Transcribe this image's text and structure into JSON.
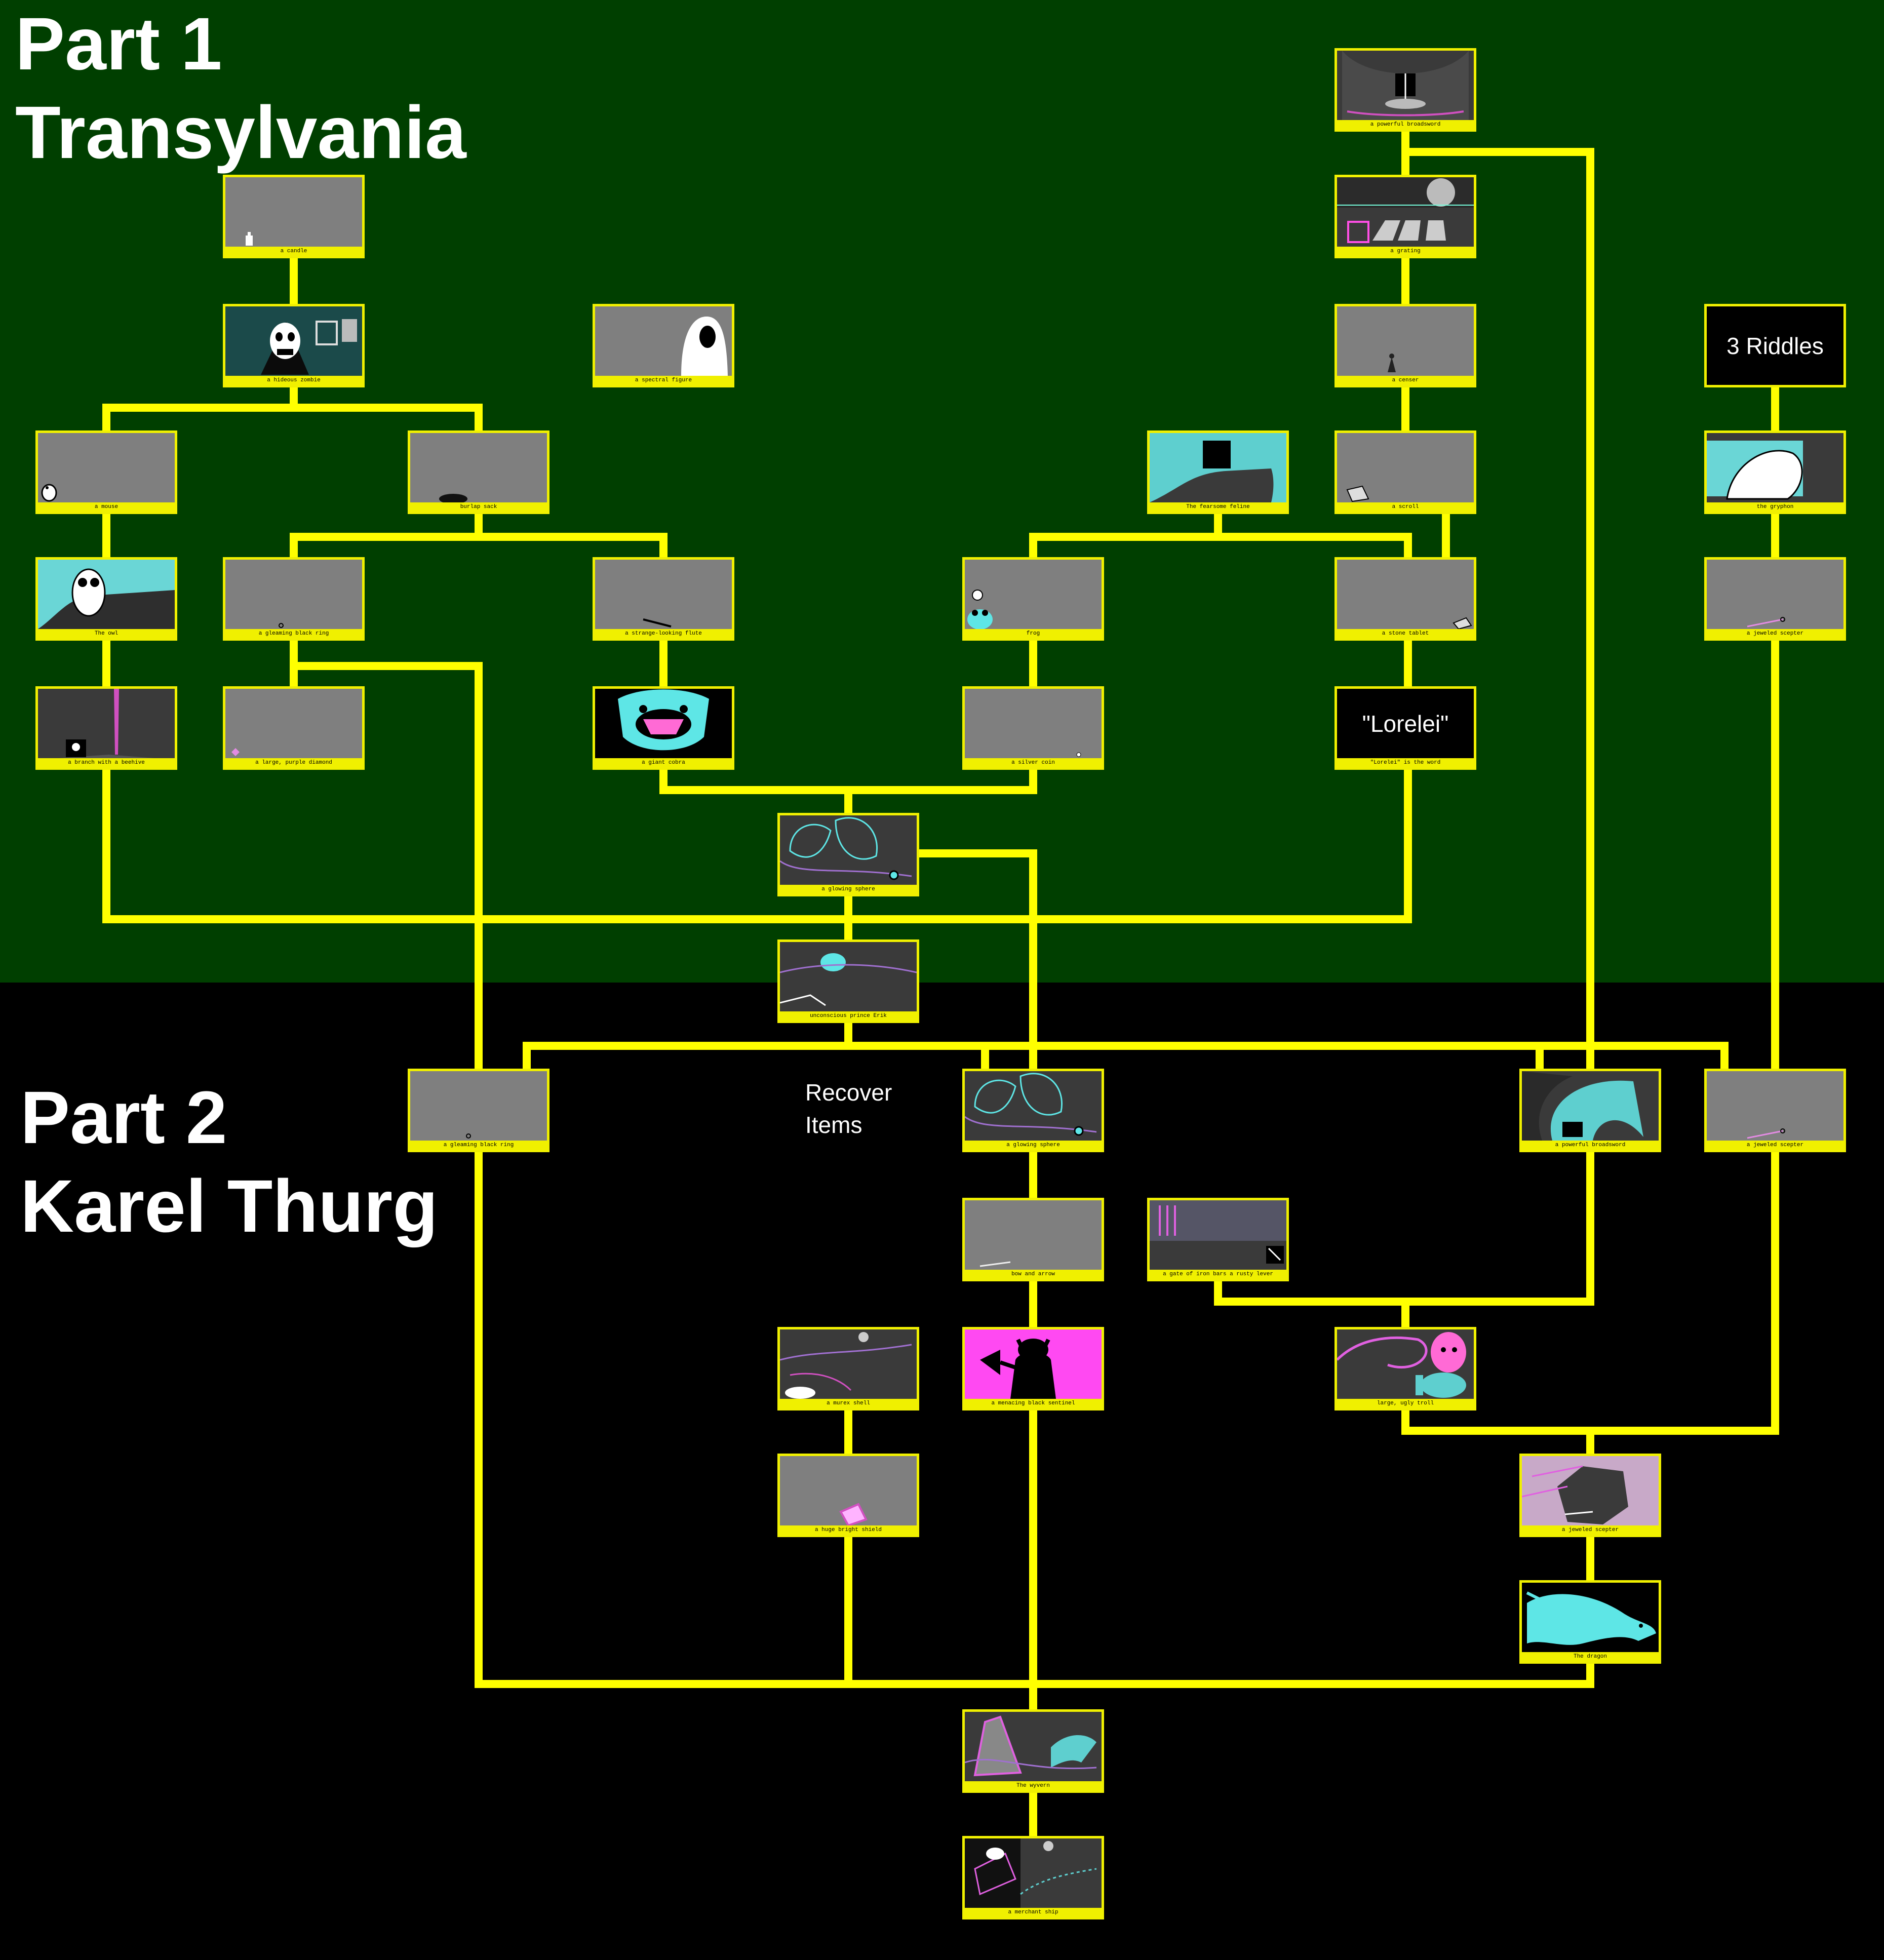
{
  "sections": {
    "part1_title": "Part 1\nTransylvania",
    "part2_title": "Part 2\nKarel Thurg"
  },
  "colors": {
    "part1_background": "#003f00",
    "part2_background": "#000000",
    "connector": "#ffff00",
    "node_border": "#f0f000"
  },
  "notes": {
    "recover_items": "Recover\nItems"
  },
  "nodes": {
    "candle": {
      "caption": "a candle"
    },
    "zombie": {
      "caption": "a hideous zombie"
    },
    "spectral_figure": {
      "caption": "a spectral figure"
    },
    "mouse": {
      "caption": "a mouse"
    },
    "burlap_sack": {
      "caption": "burlap sack"
    },
    "owl": {
      "caption": "The owl"
    },
    "black_ring_p1": {
      "caption": "a gleaming black ring"
    },
    "flute": {
      "caption": "a strange-looking flute"
    },
    "beehive": {
      "caption": "a branch with a beehive"
    },
    "diamond": {
      "caption": "a large, purple diamond"
    },
    "cobra": {
      "caption": "a giant cobra"
    },
    "broadsword_top": {
      "caption": "a powerful broadsword"
    },
    "grating": {
      "caption": "a grating"
    },
    "censer": {
      "caption": "a censer"
    },
    "feline": {
      "caption": "The fearsome feline"
    },
    "scroll": {
      "caption": "a scroll"
    },
    "frog": {
      "caption": "frog"
    },
    "stone_tablet": {
      "caption": "a stone tablet"
    },
    "silver_coin": {
      "caption": "a silver coin"
    },
    "lorelei": {
      "text": "\"Lorelei\"",
      "caption": "\"Lorelei\" is the word"
    },
    "riddles": {
      "text": "3 Riddles"
    },
    "gryphon": {
      "caption": "the gryphon"
    },
    "jeweled_scepter_p1": {
      "caption": "a jeweled scepter"
    },
    "glowing_sphere_p1": {
      "caption": "a glowing sphere"
    },
    "prince_erik": {
      "caption": "unconscious prince Erik"
    },
    "black_ring_p2": {
      "caption": "a gleaming black ring"
    },
    "glowing_sphere_p2": {
      "caption": "a glowing sphere"
    },
    "broadsword_p2": {
      "caption": "a powerful broadsword"
    },
    "jeweled_scepter_p2": {
      "caption": "a jeweled scepter"
    },
    "bow_arrow": {
      "caption": "bow and arrow"
    },
    "iron_gate": {
      "caption": "a gate of iron bars    a rusty lever"
    },
    "murex_shell": {
      "caption": "a murex shell"
    },
    "black_sentinel": {
      "caption": "a menacing black sentinel"
    },
    "troll": {
      "caption": "large, ugly troll"
    },
    "bright_shield": {
      "caption": "a huge bright shield"
    },
    "scepter_throne": {
      "caption": "a jeweled scepter"
    },
    "dragon": {
      "caption": "The dragon"
    },
    "sorcerer": {
      "caption": "The wyvern"
    },
    "merchant_ship": {
      "caption": "a merchant ship"
    }
  }
}
